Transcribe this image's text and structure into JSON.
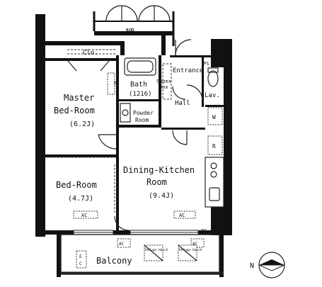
{
  "rooms": {
    "master_bedroom": {
      "name_line1": "Master",
      "name_line2": "Bed-Room",
      "size": "(6.2J)"
    },
    "bedroom": {
      "name": "Bed-Room",
      "size": "(4.7J)"
    },
    "dining_kitchen": {
      "name_line1": "Dining-Kitchen",
      "name_line2": "Room",
      "size": "(9.4J)"
    },
    "bath": {
      "name": "Bath",
      "size": "(1216)"
    },
    "powder_room": {
      "name_line1": "Powder",
      "name_line2": "Room"
    },
    "entrance": {
      "name": "Entrance"
    },
    "hall": {
      "name": "Hall"
    },
    "lavatory": {
      "name": "Lav."
    },
    "balcony": {
      "name": "Balcony"
    },
    "closet": {
      "name": "Clo."
    },
    "shoes_box": {
      "name_line1": "Shoes",
      "name_line2": "Box"
    },
    "nb": {
      "name": "NB"
    }
  },
  "fixtures": {
    "ac": "AC",
    "ps": "PS",
    "washer": "W",
    "refrigerator": "R",
    "refuge_hatch": "Refuge Hatch",
    "e_mark": "E",
    "c_mark": "C"
  },
  "compass": {
    "label": "N"
  }
}
